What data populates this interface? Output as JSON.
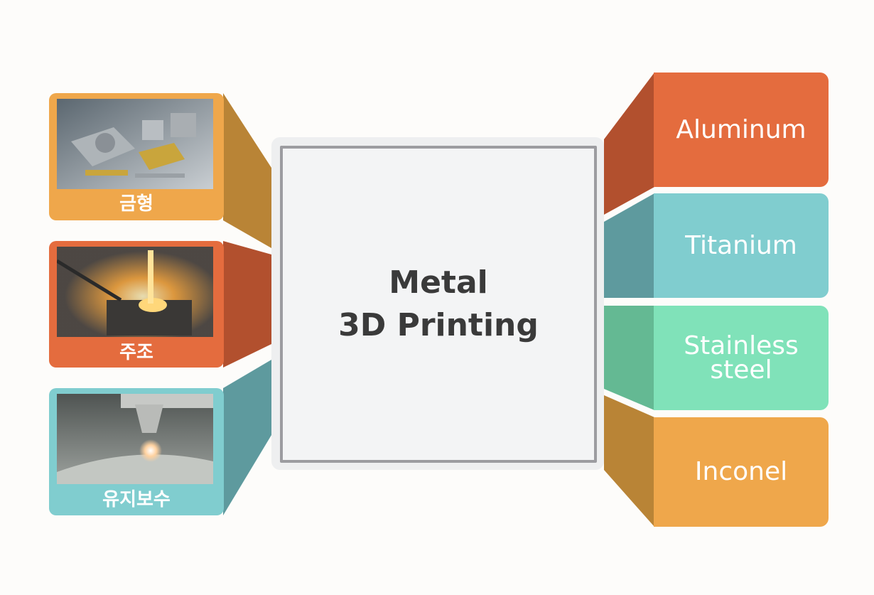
{
  "center": {
    "line1": "Metal",
    "line2": "3D Printing"
  },
  "applications": [
    {
      "label": "금형",
      "color": "#efa74b",
      "side_color": "#b98436",
      "image": "mold-parts-photo"
    },
    {
      "label": "주조",
      "color": "#e46c3e",
      "side_color": "#b2502e",
      "image": "casting-pour-photo"
    },
    {
      "label": "유지보수",
      "color": "#80cdcf",
      "side_color": "#5e9a9e",
      "image": "laser-repair-photo"
    }
  ],
  "materials": [
    {
      "label": "Aluminum",
      "color": "#e46c3e",
      "side_color": "#b2502e"
    },
    {
      "label": "Titanium",
      "color": "#80cdcf",
      "side_color": "#5e9a9e"
    },
    {
      "label": "Stainless\nsteel",
      "color": "#80e2b9",
      "side_color": "#64b993"
    },
    {
      "label": "Inconel",
      "color": "#efa74b",
      "side_color": "#b98436"
    }
  ]
}
